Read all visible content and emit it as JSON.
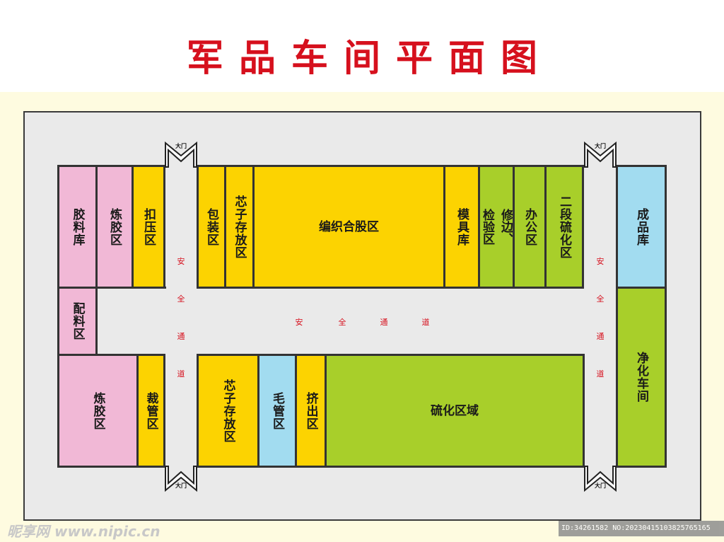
{
  "title": "军品车间平面图",
  "gate_label": "大门",
  "corridor": {
    "horizontal": [
      "安",
      "全",
      "通",
      "道"
    ],
    "vertical_left": [
      "安",
      "全",
      "通",
      "道"
    ],
    "vertical_right": [
      "安",
      "全",
      "通",
      "道"
    ]
  },
  "rooms": {
    "jiaoliaoku": "胶料库",
    "lianjiao_top": "炼胶区",
    "kouya": "扣压区",
    "baozhuang": "包装区",
    "xinzi_top": "芯子存放区",
    "bianzhi": "编织合股区",
    "moju": "模具库",
    "xiubian_1": "修边、",
    "xiubian_2": "检验区",
    "bangong": "办公区",
    "erduan": "二段硫化区",
    "chengpin": "成品库",
    "peiliao": "配料区",
    "lianjiao_bottom": "炼胶区",
    "caiguan": "裁管区",
    "xinzi_bottom": "芯子存放区",
    "maoguan": "毛管区",
    "jichu": "挤出区",
    "liuhua": "硫化区域",
    "jinghua": "净化车间"
  },
  "colors": {
    "title_red": "#d6101d",
    "pink": "#f1b8d6",
    "yellow": "#fcd301",
    "green": "#a8cf2a",
    "blue": "#a2dcf0"
  },
  "watermark": {
    "left": "昵享网 www.nipic.cn",
    "right": "ID:34261582 NO:20230415103825765165"
  }
}
